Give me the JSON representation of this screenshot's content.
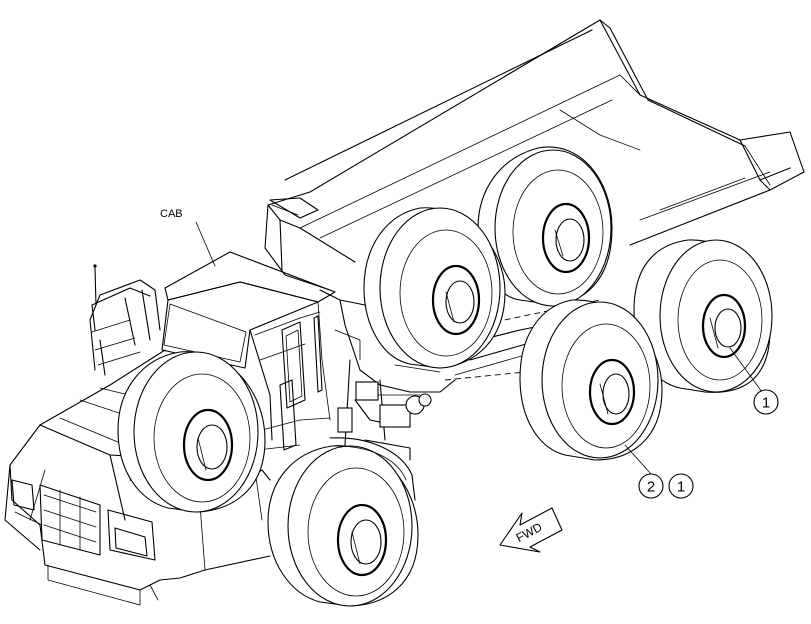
{
  "labels": {
    "cab": "CAB",
    "forward": "FWD"
  },
  "callouts": {
    "rear_right_tire": "1",
    "middle_right_tire_a": "2",
    "middle_right_tire_b": "1"
  },
  "colors": {
    "line": "#000000",
    "background": "#ffffff"
  }
}
